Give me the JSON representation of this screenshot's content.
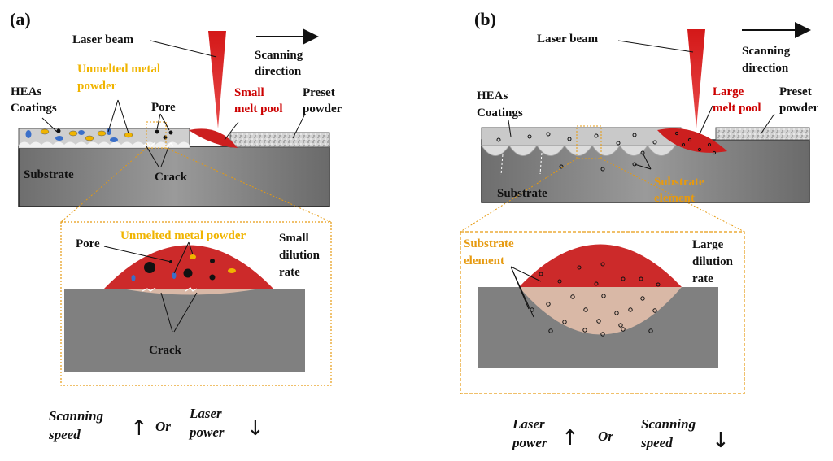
{
  "panel_a": {
    "tag": "(a)",
    "laser_beam": "Laser beam",
    "scanning_direction": [
      "Scanning",
      "direction"
    ],
    "unmelted_powder": [
      "Unmelted metal",
      "powder"
    ],
    "heas_coatings": [
      "HEAs",
      "Coatings"
    ],
    "pore": "Pore",
    "melt_pool": [
      "Small",
      "melt pool"
    ],
    "preset_powder": [
      "Preset",
      "powder"
    ],
    "substrate": "Substrate",
    "crack": "Crack",
    "detail": {
      "pore": "Pore",
      "unmelted_powder": "Unmelted metal powder",
      "dilution": [
        "Small",
        "dilution",
        "rate"
      ],
      "crack": "Crack"
    },
    "trend": {
      "left": [
        "Scanning",
        "speed"
      ],
      "left_arrow": "↑",
      "or": "Or",
      "right": [
        "Laser",
        "power"
      ],
      "right_arrow": "↓"
    }
  },
  "panel_b": {
    "tag": "(b)",
    "laser_beam": "Laser beam",
    "scanning_direction": [
      "Scanning",
      "direction"
    ],
    "heas_coatings": [
      "HEAs",
      "Coatings"
    ],
    "melt_pool": [
      "Large",
      "melt pool"
    ],
    "preset_powder": [
      "Preset",
      "powder"
    ],
    "substrate": "Substrate",
    "substrate_element": [
      "Substrate",
      "element"
    ],
    "detail": {
      "substrate_element": [
        "Substrate",
        "element"
      ],
      "dilution": [
        "Large",
        "dilution",
        "rate"
      ]
    },
    "trend": {
      "left": [
        "Laser",
        "power"
      ],
      "left_arrow": "↑",
      "or": "Or",
      "right": [
        "Scanning",
        "speed"
      ],
      "right_arrow": "↓"
    }
  },
  "colors": {
    "melt_pool": "#cc1f1f",
    "powder_yellow": "#f0b400",
    "powder_blue": "#3a6fc9",
    "substrate_gray": "#808080",
    "coating_gray": "#c8c8c8",
    "dilution_zone": "#d9b8a6",
    "zoom_box": "#e69a10"
  }
}
